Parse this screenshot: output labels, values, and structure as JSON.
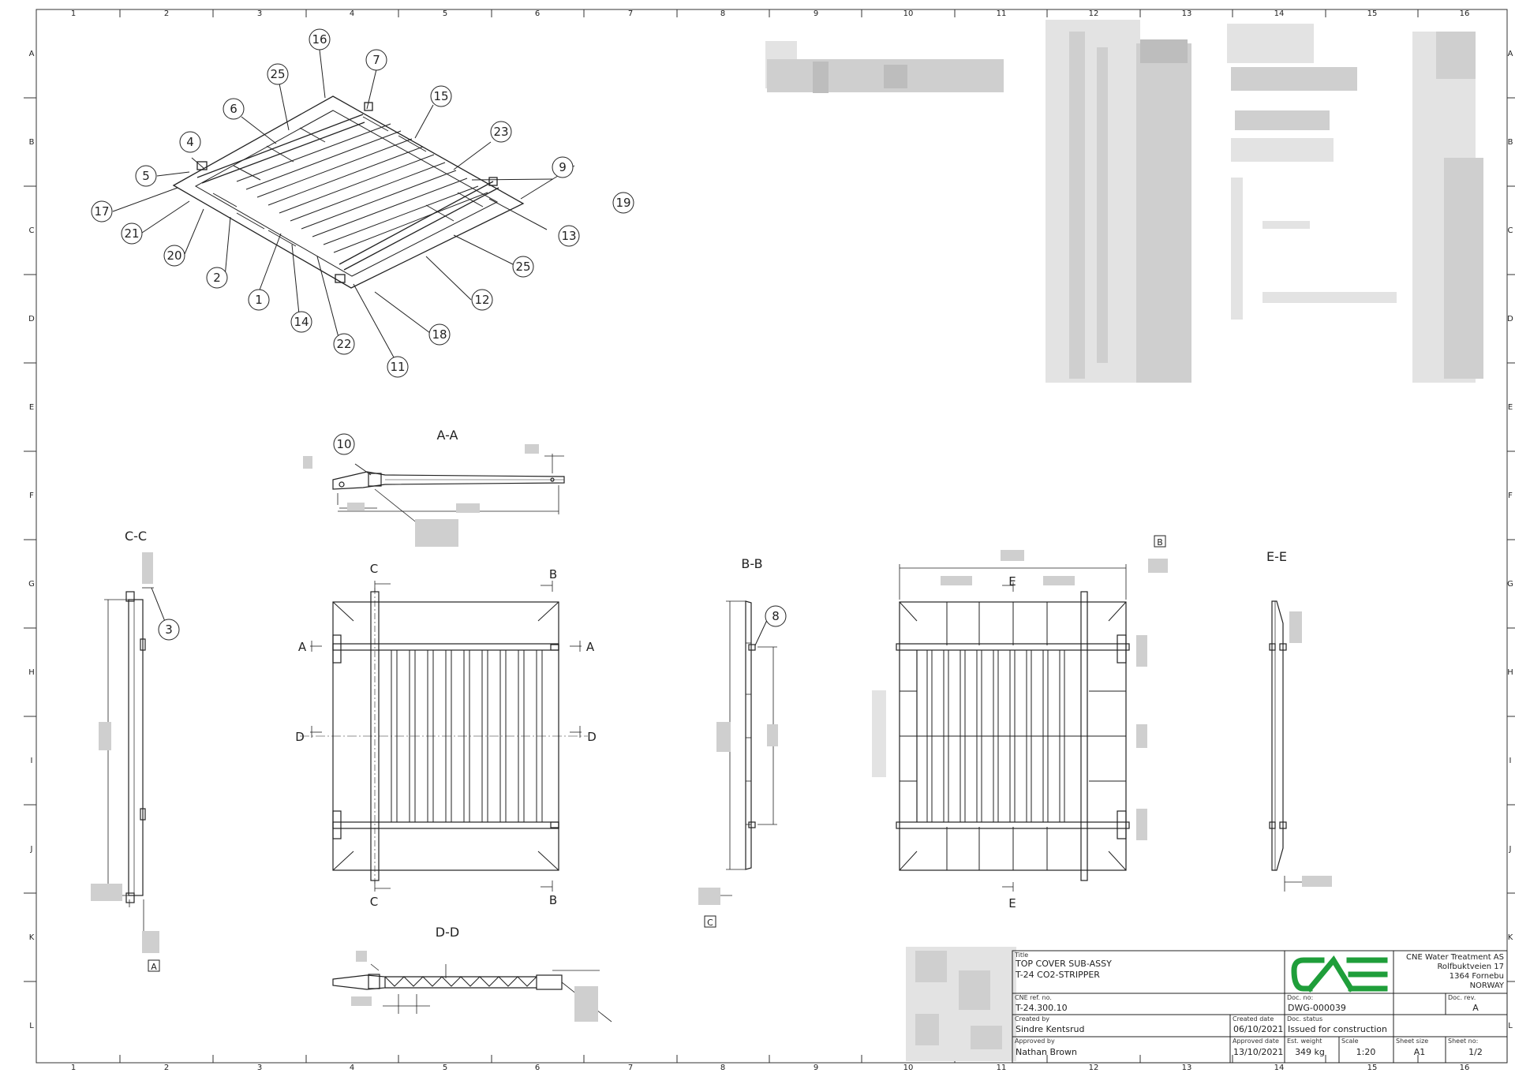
{
  "frame": {
    "columns": [
      "1",
      "2",
      "3",
      "4",
      "5",
      "6",
      "7",
      "8",
      "9",
      "10",
      "11",
      "12",
      "13",
      "14",
      "15",
      "16"
    ],
    "rows": [
      "A",
      "B",
      "C",
      "D",
      "E",
      "F",
      "G",
      "H",
      "I",
      "J",
      "K",
      "L"
    ]
  },
  "callouts": [
    {
      "id": "c16",
      "label": "16"
    },
    {
      "id": "c7",
      "label": "7"
    },
    {
      "id": "c25a",
      "label": "25"
    },
    {
      "id": "c15",
      "label": "15"
    },
    {
      "id": "c6",
      "label": "6"
    },
    {
      "id": "c23",
      "label": "23"
    },
    {
      "id": "c4",
      "label": "4"
    },
    {
      "id": "c9",
      "label": "9"
    },
    {
      "id": "c5",
      "label": "5"
    },
    {
      "id": "c19",
      "label": "19"
    },
    {
      "id": "c17",
      "label": "17"
    },
    {
      "id": "c13",
      "label": "13"
    },
    {
      "id": "c21",
      "label": "21"
    },
    {
      "id": "c25b",
      "label": "25"
    },
    {
      "id": "c20",
      "label": "20"
    },
    {
      "id": "c2",
      "label": "2"
    },
    {
      "id": "c12",
      "label": "12"
    },
    {
      "id": "c1",
      "label": "1"
    },
    {
      "id": "c14",
      "label": "14"
    },
    {
      "id": "c18",
      "label": "18"
    },
    {
      "id": "c22",
      "label": "22"
    },
    {
      "id": "c11",
      "label": "11"
    },
    {
      "id": "c10",
      "label": "10"
    },
    {
      "id": "c3",
      "label": "3"
    },
    {
      "id": "c8",
      "label": "8"
    }
  ],
  "sections": {
    "aa": "A-A",
    "cc": "C-C",
    "bb": "B-B",
    "ee": "E-E",
    "dd": "D-D"
  },
  "cut_marks": {
    "a": "A",
    "b": "B",
    "c": "C",
    "d": "D",
    "e": "E"
  },
  "datum_boxes": {
    "a": "A",
    "b": "B",
    "c": "C"
  },
  "title_block": {
    "title_label": "Title",
    "title_line1": "TOP COVER SUB-ASSY",
    "title_line2": "T-24 CO2-STRIPPER",
    "company_name": "CNE Water Treatment AS",
    "company_street": "Rolfbuktveien 17",
    "company_city": "1364 Fornebu",
    "company_country": "NORWAY",
    "ref_label": "CNE ref. no.",
    "ref_value": "T-24.300.10",
    "docno_label": "Doc. no:",
    "docno_value": "DWG-000039",
    "docrev_label": "Doc. rev.",
    "docrev_value": "A",
    "created_by_label": "Created by",
    "created_by_value": "Sindre Kentsrud",
    "created_date_label": "Created date",
    "created_date_value": "06/10/2021",
    "status_label": "Doc. status",
    "status_value": "Issued for construction",
    "approved_by_label": "Approved by",
    "approved_by_value": "Nathan Brown",
    "approved_date_label": "Approved date",
    "approved_date_value": "13/10/2021",
    "weight_label": "Est. weight",
    "weight_value": "349 kg",
    "scale_label": "Scale",
    "scale_value": "1:20",
    "sheet_size_label": "Sheet size",
    "sheet_size_value": "A1",
    "sheet_no_label": "Sheet no:",
    "sheet_no_value": "1/2"
  },
  "colors": {
    "line": "#222222",
    "logo_green": "#1f9e3a",
    "frame": "#333333",
    "blur": "#cfcfcf"
  }
}
